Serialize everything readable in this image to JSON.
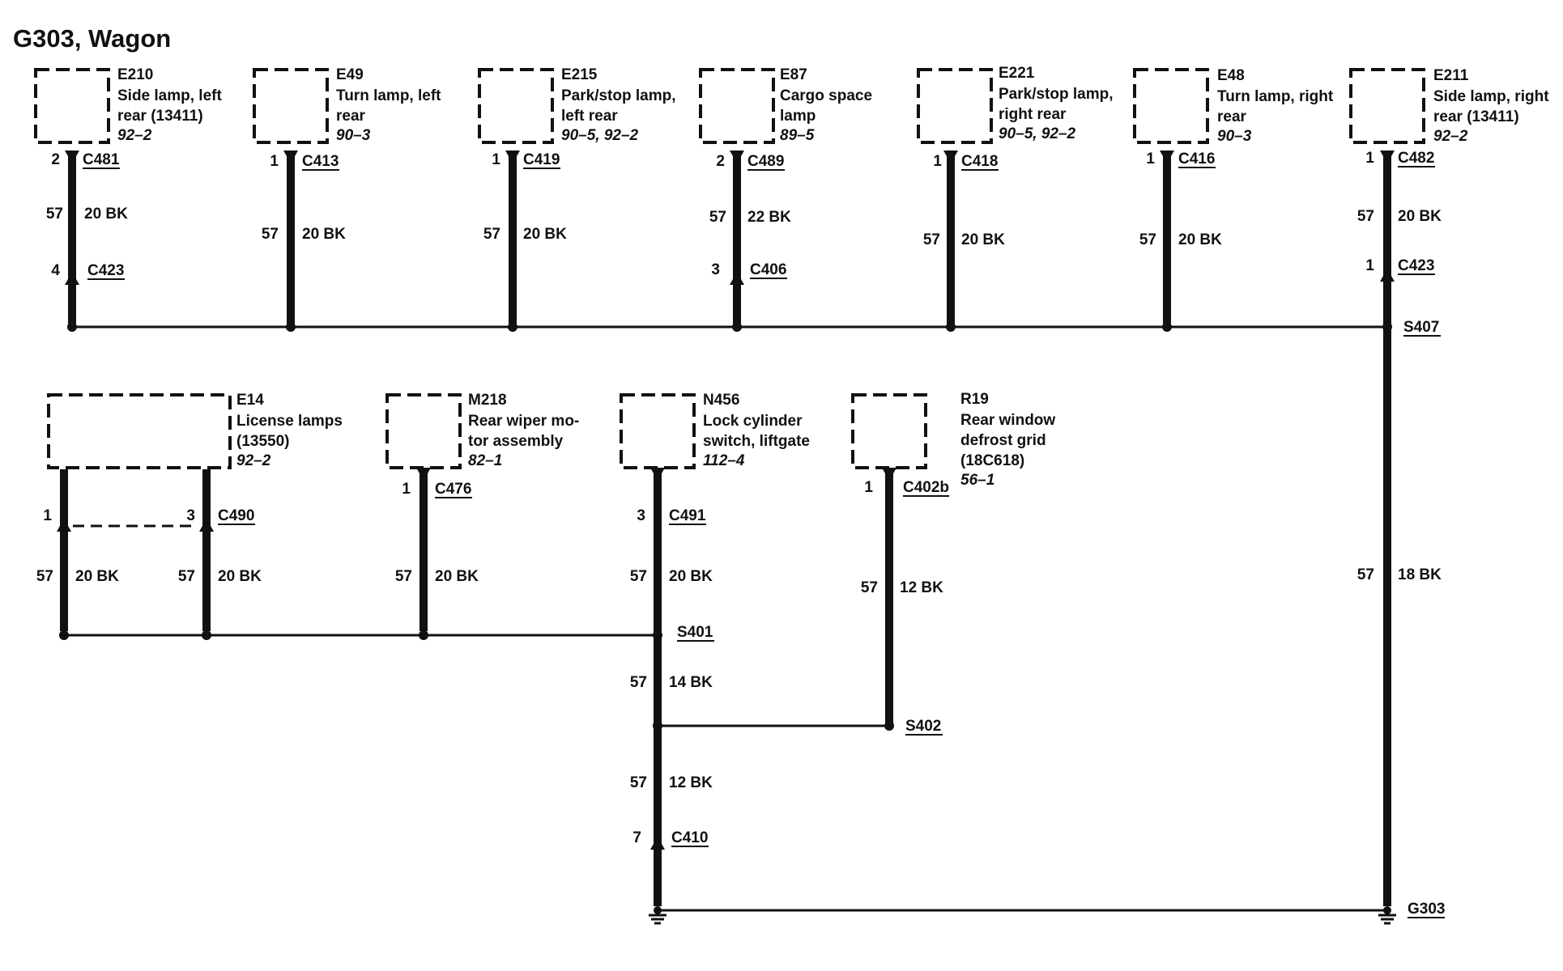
{
  "title": "G303, Wagon",
  "components": {
    "e210": {
      "id": "E210",
      "desc1": "Side lamp, left",
      "desc2": "rear (13411)",
      "ref": "92–2",
      "pin": "2",
      "conn": "C481",
      "circuit": "57",
      "wire": "20 BK",
      "pin2": "4",
      "conn2": "C423"
    },
    "e49": {
      "id": "E49",
      "desc1": "Turn lamp, left",
      "desc2": "rear",
      "ref": "90–3",
      "pin": "1",
      "conn": "C413",
      "circuit": "57",
      "wire": "20 BK"
    },
    "e215": {
      "id": "E215",
      "desc1": "Park/stop lamp,",
      "desc2": "left rear",
      "ref": "90–5, 92–2",
      "pin": "1",
      "conn": "C419",
      "circuit": "57",
      "wire": "20 BK"
    },
    "e87": {
      "id": "E87",
      "desc1": "Cargo space",
      "desc2": "lamp",
      "ref": "89–5",
      "pin": "2",
      "conn": "C489",
      "circuit": "57",
      "wire": "22 BK",
      "pin2": "3",
      "conn2": "C406"
    },
    "e221": {
      "id": "E221",
      "desc1": "Park/stop lamp,",
      "desc2": "right rear",
      "ref": "90–5, 92–2",
      "pin": "1",
      "conn": "C418",
      "circuit": "57",
      "wire": "20 BK"
    },
    "e48": {
      "id": "E48",
      "desc1": "Turn lamp, right",
      "desc2": "rear",
      "ref": "90–3",
      "pin": "1",
      "conn": "C416",
      "circuit": "57",
      "wire": "20 BK"
    },
    "e211": {
      "id": "E211",
      "desc1": "Side lamp, right",
      "desc2": "rear (13411)",
      "ref": "92–2",
      "pin": "1",
      "conn": "C482",
      "circuit": "57",
      "wire": "20 BK",
      "pin2": "1",
      "conn2": "C423"
    },
    "e14": {
      "id": "E14",
      "desc1": "License lamps",
      "desc2": "(13550)",
      "ref": "92–2",
      "pin_left": "1",
      "pin_right": "3",
      "conn": "C490",
      "circuit_left": "57",
      "wire_left": "20 BK",
      "circuit_right": "57",
      "wire_right": "20 BK"
    },
    "m218": {
      "id": "M218",
      "desc1": "Rear wiper mo-",
      "desc2": "tor assembly",
      "ref": "82–1",
      "pin": "1",
      "conn": "C476",
      "circuit": "57",
      "wire": "20 BK"
    },
    "n456": {
      "id": "N456",
      "desc1": "Lock cylinder",
      "desc2": "switch, liftgate",
      "ref": "112–4",
      "pin": "3",
      "conn": "C491",
      "circuit": "57",
      "wire": "20 BK"
    },
    "r19": {
      "id": "R19",
      "desc1": "Rear window",
      "desc2": "defrost grid",
      "desc3": "(18C618)",
      "ref": "56–1",
      "pin": "1",
      "conn": "C402b",
      "circuit": "57",
      "wire": "12 BK"
    }
  },
  "splices": {
    "s407": "S407",
    "s401": "S401",
    "s402": "S402"
  },
  "ground": {
    "name": "G303"
  },
  "trunk": {
    "main_circuit": "57",
    "main_wire": "18 BK",
    "mid_circuit": "57",
    "mid_wire": "14 BK",
    "low_circuit": "57",
    "low_wire": "12 BK",
    "pin": "7",
    "conn": "C410"
  }
}
